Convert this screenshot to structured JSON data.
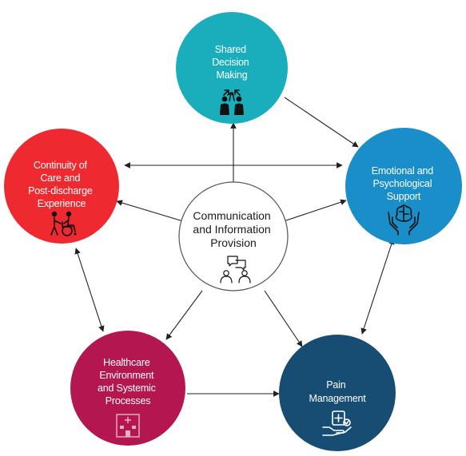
{
  "diagram": {
    "center": {
      "lines": [
        "Communication",
        "and Information",
        "Provision"
      ],
      "icon": "chat-people-icon"
    },
    "nodes": {
      "shared": {
        "lines": [
          "Shared",
          "Decision",
          "Making"
        ],
        "icon": "people-arrows-icon",
        "color": "#1aaebc"
      },
      "emotional": {
        "lines": [
          "Emotional and",
          "Psychological",
          "Support"
        ],
        "icon": "brain-hands-icon",
        "color": "#1a8ec8"
      },
      "pain": {
        "lines": [
          "Pain",
          "Management"
        ],
        "icon": "medical-hand-icon",
        "color": "#184d73"
      },
      "healthcare": {
        "lines": [
          "Healthcare",
          "Environment",
          "and Systemic",
          "Processes"
        ],
        "icon": "hospital-icon",
        "color": "#b4174f"
      },
      "continuity": {
        "lines": [
          "Continuity of",
          "Care and",
          "Post-discharge",
          "Experience"
        ],
        "icon": "wheelchair-icon",
        "color": "#ee2a30"
      }
    },
    "colors": {
      "arrow": "#222222",
      "center_fill": "#ffffff",
      "center_stroke": "#555555"
    }
  }
}
